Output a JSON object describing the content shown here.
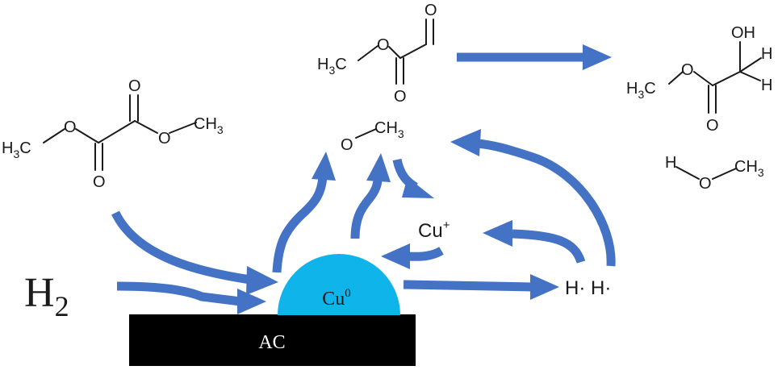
{
  "colors": {
    "arrow": "#4472c4",
    "cu_particle": "#0fb5ea",
    "support": "#000000",
    "ink": "#1a1a1a"
  },
  "labels": {
    "h2_main": "H",
    "h2_sub": "2",
    "cu0_main": "Cu",
    "cu0_sup": "0",
    "support": "AC",
    "cu_plus_main": "Cu",
    "cu_plus_sup": "+",
    "h_radicals": "H· H·"
  },
  "molecules": {
    "dimethyl_oxalate": {
      "h3c": "H",
      "h3c_sub": "3",
      "h3c_c": "C",
      "o_ester_left": "O",
      "o_carbonyl_top": "O",
      "o_ester_right": "O",
      "ch3_c": "CH",
      "ch3_sub": "3",
      "o_carbonyl_bottom": "O"
    },
    "methyl_glyoxylate": {
      "h3c": "H",
      "h3c_sub": "3",
      "h3c_c": "C",
      "o_ester": "O",
      "o_aldehyde": "O",
      "o_carbonyl": "O"
    },
    "methoxy": {
      "o": "O",
      "ch3_c": "CH",
      "ch3_sub": "3"
    },
    "methyl_glycolate": {
      "h3c": "H",
      "h3c_sub": "3",
      "h3c_c": "C",
      "o_ester": "O",
      "oh": "OH",
      "h_upper": "H",
      "h_lower": "H",
      "o_carbonyl": "O"
    },
    "methanol": {
      "h": "H",
      "o": "O",
      "ch3_c": "CH",
      "ch3_sub": "3"
    }
  }
}
